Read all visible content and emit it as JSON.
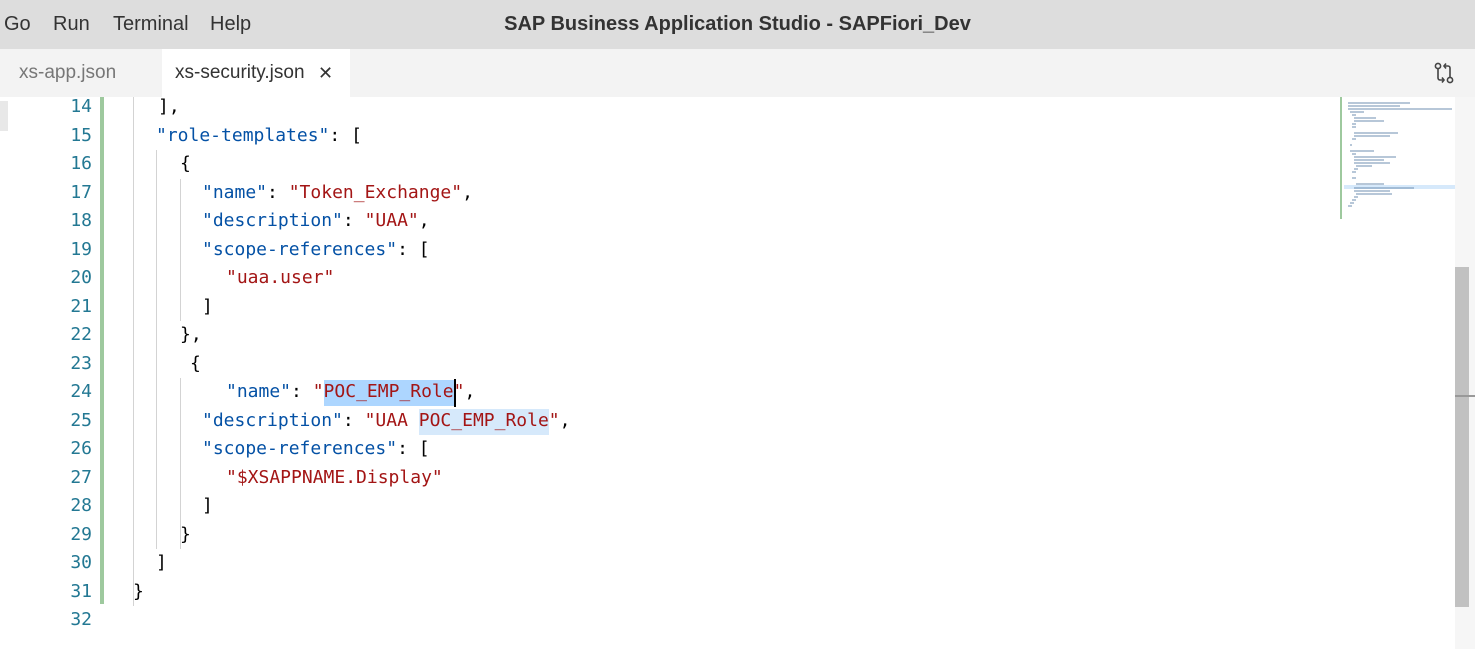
{
  "menu": [
    "Go",
    "Run",
    "Terminal",
    "Help"
  ],
  "window_title": "SAP Business Application Studio - SAPFiori_Dev",
  "tabs": [
    {
      "label": "xs-app.json",
      "active": false
    },
    {
      "label": "xs-security.json",
      "active": true
    }
  ],
  "tab_close_glyph": "✕",
  "icons": {
    "compare": "compare-changes-icon",
    "close": "close-icon"
  },
  "colors": {
    "key": "#0451a5",
    "string": "#a31515",
    "line_number": "#237893",
    "selection": "#add6ff",
    "match": "#d6e9fb",
    "gutter_modified": "#9ec99e"
  },
  "editor": {
    "lines": [
      {
        "n": "14",
        "parts": [
          [
            "p",
            "],"
          ]
        ]
      },
      {
        "n": "15",
        "parts": [
          [
            "k",
            "\"role-templates\""
          ],
          [
            "p",
            ": ["
          ]
        ]
      },
      {
        "n": "16",
        "parts": [
          [
            "p",
            "{"
          ]
        ]
      },
      {
        "n": "17",
        "parts": [
          [
            "k",
            "\"name\""
          ],
          [
            "p",
            ": "
          ],
          [
            "s",
            "\"Token_Exchange\""
          ],
          [
            "p",
            ","
          ]
        ]
      },
      {
        "n": "18",
        "parts": [
          [
            "k",
            "\"description\""
          ],
          [
            "p",
            ": "
          ],
          [
            "s",
            "\"UAA\""
          ],
          [
            "p",
            ","
          ]
        ]
      },
      {
        "n": "19",
        "parts": [
          [
            "k",
            "\"scope-references\""
          ],
          [
            "p",
            ": ["
          ]
        ]
      },
      {
        "n": "20",
        "parts": [
          [
            "s",
            "\"uaa.user\""
          ]
        ]
      },
      {
        "n": "21",
        "parts": [
          [
            "p",
            "]"
          ]
        ]
      },
      {
        "n": "22",
        "parts": [
          [
            "p",
            "},"
          ]
        ]
      },
      {
        "n": "23",
        "parts": [
          [
            "p",
            "{"
          ]
        ]
      },
      {
        "n": "24",
        "parts": [
          [
            "k",
            "\"name\""
          ],
          [
            "p",
            ": "
          ],
          [
            "s",
            "\"POC_EMP_Role\""
          ],
          [
            "p",
            ","
          ]
        ]
      },
      {
        "n": "25",
        "parts": [
          [
            "k",
            "\"description\""
          ],
          [
            "p",
            ": "
          ],
          [
            "s",
            "\"UAA POC_EMP_Role\""
          ],
          [
            "p",
            ","
          ]
        ]
      },
      {
        "n": "26",
        "parts": [
          [
            "k",
            "\"scope-references\""
          ],
          [
            "p",
            ": ["
          ]
        ]
      },
      {
        "n": "27",
        "parts": [
          [
            "s",
            "\"$XSAPPNAME.Display\""
          ]
        ]
      },
      {
        "n": "28",
        "parts": [
          [
            "p",
            "]"
          ]
        ]
      },
      {
        "n": "29",
        "parts": [
          [
            "p",
            "}"
          ]
        ]
      },
      {
        "n": "30",
        "parts": [
          [
            "p",
            "]"
          ]
        ]
      },
      {
        "n": "31",
        "parts": [
          [
            "p",
            "}"
          ]
        ]
      },
      {
        "n": "32",
        "parts": []
      }
    ],
    "selected_text": "POC_EMP_Role"
  }
}
